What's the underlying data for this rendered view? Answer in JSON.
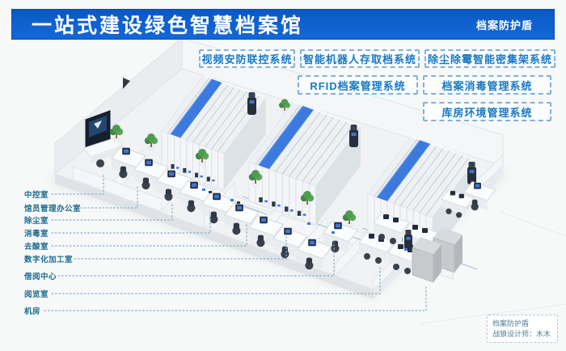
{
  "header": {
    "title": "一站式建设绿色智慧档案馆",
    "badge": "档案防护盾"
  },
  "systems": [
    {
      "label": "视频安防联控系统"
    },
    {
      "label": "智能机器人存取档系统"
    },
    {
      "label": "除尘除霉智能密集架系统"
    },
    {
      "label": "RFID档案管理系统"
    },
    {
      "label": "档案消毒管理系统"
    },
    {
      "label": "库房环境管理系统"
    }
  ],
  "rooms": [
    {
      "label": "中控室"
    },
    {
      "label": "馆员管理办公室"
    },
    {
      "label": "除尘室"
    },
    {
      "label": "消毒室"
    },
    {
      "label": "去酸室"
    },
    {
      "label": "数字化加工室"
    },
    {
      "label": "借阅中心"
    },
    {
      "label": "阅览室"
    },
    {
      "label": "机房"
    }
  ],
  "credit": {
    "line1": "档案防护盾",
    "line2": "战狼设计师：木木"
  },
  "colors": {
    "banner_blue": "#0e61ce",
    "system_text_blue": "#1779c6",
    "room_text_teal": "#1d6b90",
    "leader_line": "#86aec2",
    "shelf_accent_blue": "#3c7ade"
  }
}
